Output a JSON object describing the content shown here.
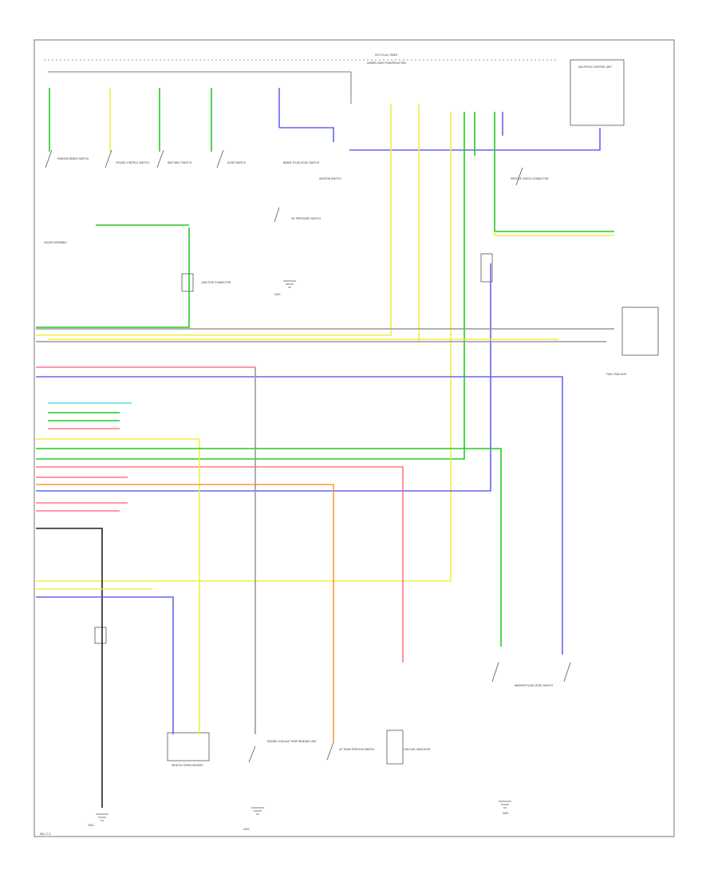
{
  "diagram": {
    "top_labels": [
      "HOT AT ALL TIMES",
      "UNDER-DASH FUSE/RELAY BOX"
    ],
    "relay_box_label": "MULTIPLEX CONTROL UNIT",
    "footer_code": "W0-1-7-4",
    "component_labels": [
      "PARKING BRAKE SWITCH",
      "CRUISE CONTROL SWITCH",
      "SEAT BELT SWITCH",
      "DOOR SWITCH",
      "BRAKE FLUID LEVEL SWITCH",
      "OIL PRESSURE SWITCH",
      "IGNITION SWITCH",
      "GAUGE ASSEMBLY",
      "SERVICE CHECK CONNECTOR",
      "JUNCTION CONNECTOR",
      "FUEL TANK UNIT",
      "VEHICLE SPEED SENSOR",
      "ENGINE COOLANT TEMP SENDING UNIT",
      "A/T GEAR POSITION SWITCH",
      "LOW FUEL INDICATOR",
      "WASHER FLUID LEVEL SWITCH",
      "G101",
      "G201",
      "G401",
      "G501"
    ],
    "wire_colors": {
      "green": "#22cc22",
      "yellow": "#eeee44",
      "blue": "#6666ee",
      "pink": "#ff7788",
      "orange": "#ff9933",
      "cyan": "#55dddd",
      "black": "#222222",
      "gray": "#999999"
    }
  }
}
